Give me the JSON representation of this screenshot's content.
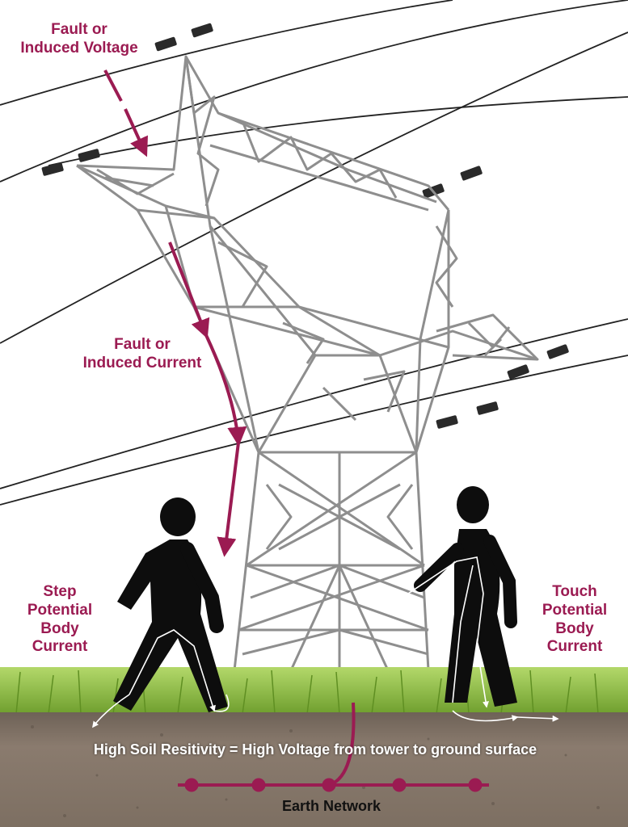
{
  "labels": {
    "fault_voltage": {
      "line1": "Fault or",
      "line2": "Induced Voltage"
    },
    "fault_current": {
      "line1": "Fault or",
      "line2": "Induced Current"
    },
    "step_potential": {
      "line1": "Step",
      "line2": "Potential",
      "line3": "Body",
      "line4": "Current"
    },
    "touch_potential": {
      "line1": "Touch",
      "line2": "Potential",
      "line3": "Body",
      "line4": "Current"
    },
    "soil_resistivity": "High Soil Resitivity = High Voltage from tower to ground surface",
    "earth_network": "Earth Network"
  },
  "colors": {
    "accent": "#9b1b52",
    "tower": "#8e8e8e",
    "soil": "#8a7a6c",
    "grass": "#8cbf3f",
    "figure": "#0d0d0d",
    "wire": "#222222"
  },
  "icons": [
    "transmission-tower-icon",
    "insulator-icon",
    "person-silhouette-icon",
    "arrow-icon"
  ]
}
